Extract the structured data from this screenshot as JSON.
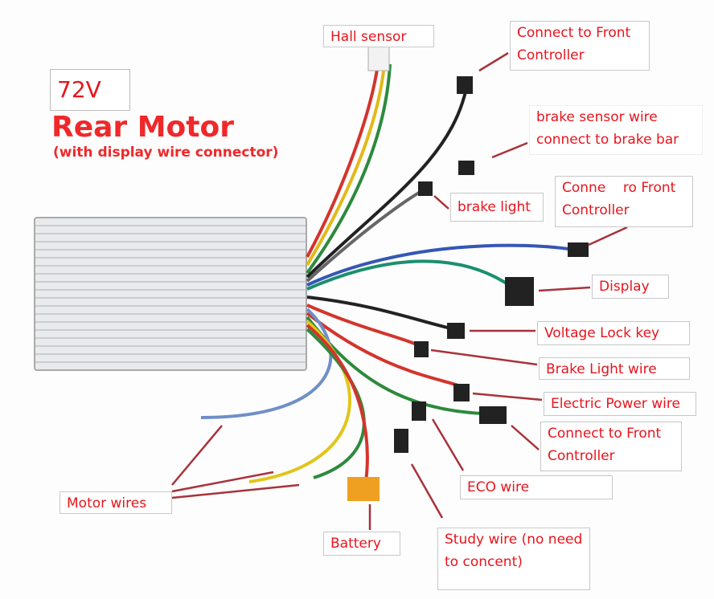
{
  "header": {
    "voltage": "72V",
    "title": "Rear Motor",
    "subtitle": "(with display wire connector)"
  },
  "labels": {
    "hall_sensor": "Hall sensor",
    "connect_front_1": "Connect to Front Controller",
    "brake_sensor": "brake sensor wire connect to brake bar",
    "brake_light": "brake light",
    "connect_front_2": "Conne    ro Front Controller",
    "display": "Display",
    "voltage_lock": "Voltage Lock key",
    "brake_light_wire": "Brake Light wire",
    "electric_power": "Electric Power wire",
    "connect_front_3": "Connect to Front Controller",
    "eco_wire": "ECO wire",
    "motor_wires": "Motor wires",
    "battery": "Battery",
    "study_wire": "Study wire (no need to concent)"
  },
  "colors": {
    "label_text": "#e8141c",
    "arrow": "#a8323a"
  }
}
